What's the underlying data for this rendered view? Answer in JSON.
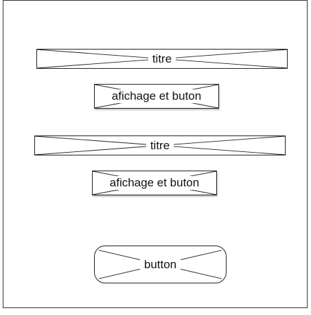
{
  "sections": [
    {
      "title": "titre",
      "display_label": "afichage et buton"
    },
    {
      "title": "titre",
      "display_label": "afichage et buton"
    }
  ],
  "main_button": {
    "label": "button"
  }
}
